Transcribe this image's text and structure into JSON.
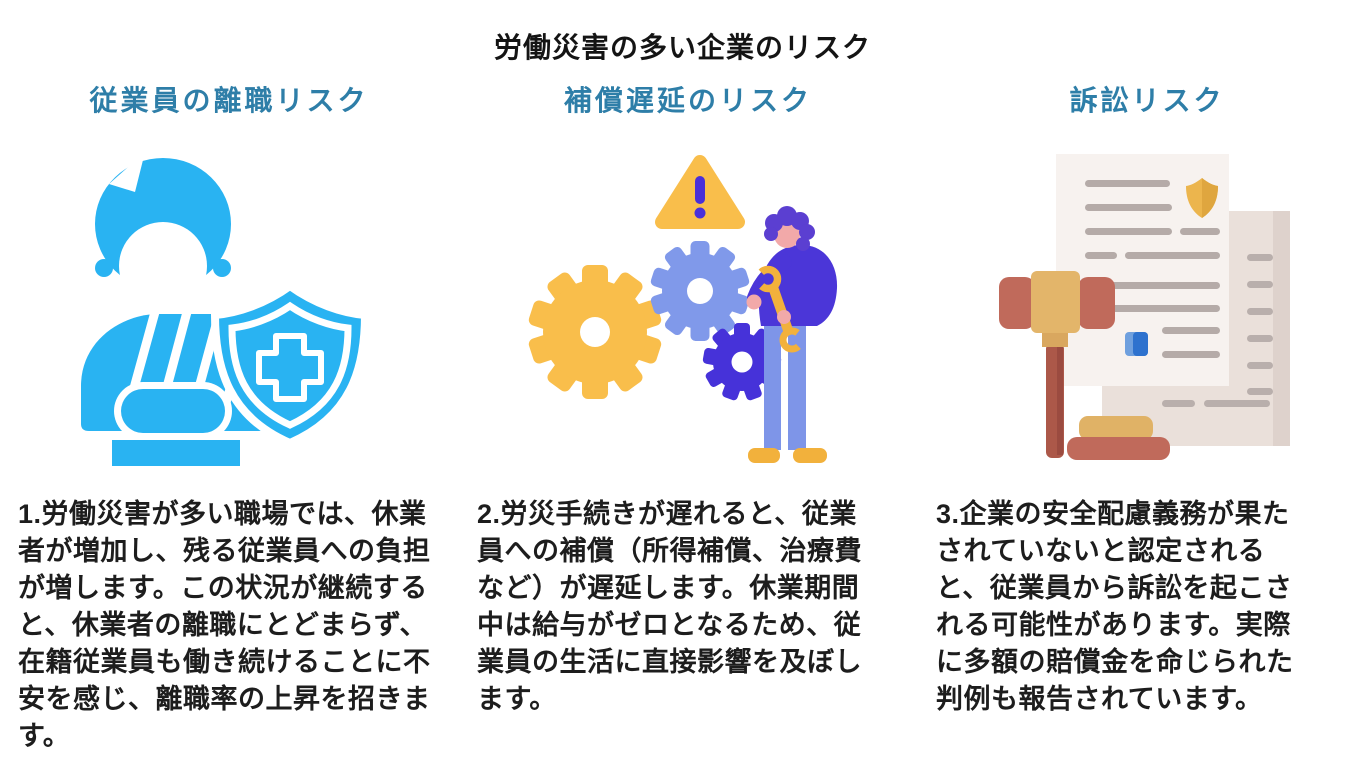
{
  "page": {
    "title": "労働災害の多い企業のリスク"
  },
  "colors": {
    "heading_teal": "#2e7ea8",
    "body_text": "#1d1d1d",
    "icon_blue": "#29b3f2",
    "icon_yellow": "#f9be4b",
    "icon_periwinkle": "#8099ea",
    "icon_purple": "#4a32d9",
    "icon_skin_pink": "#f2a9a9",
    "doc_cream": "#f7f2ef",
    "doc_beige": "#eae0da",
    "doc_line_gray": "#b5aba8",
    "gavel_red_brown": "#c06a5b",
    "gavel_tan": "#e3b56a",
    "stamp_blue": "#3c80d8"
  },
  "columns": [
    {
      "heading": "従業員の離職リスク",
      "icon": "injured-worker-with-medical-shield",
      "body_lines": [
        "1.労働災害が多い職場では、休業",
        "者が増加し、残る従業員への負担",
        "が増します。この状況が継続する",
        "と、休業者の離職にとどまらず、",
        "在籍従業員も働き続けることに不",
        "安を感じ、離職率の上昇を招きま",
        "す。"
      ]
    },
    {
      "heading": "補償遅延のリスク",
      "icon": "gears-warning-technician",
      "body_lines": [
        "2.労災手続きが遅れると、従業",
        "員への補償（所得補償、治療費",
        "など）が遅延します。休業期間",
        "中は給与がゼロとなるため、従",
        "業員の生活に直接影響を及ぼし",
        "ます。"
      ]
    },
    {
      "heading": "訴訟リスク",
      "icon": "gavel-and-legal-documents",
      "body_lines": [
        "3.企業の安全配慮義務が果た",
        "されていないと認定される",
        "と、従業員から訴訟を起こさ",
        "れる可能性があります。実際",
        "に多額の賠償金を命じられた",
        "判例も報告されています。"
      ]
    }
  ]
}
